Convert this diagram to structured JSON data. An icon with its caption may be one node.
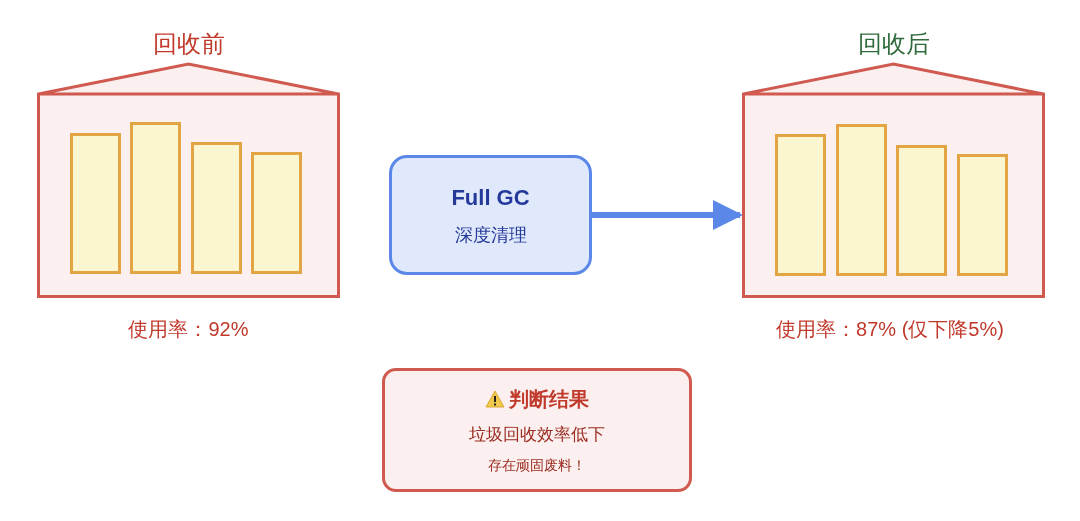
{
  "diagram": {
    "nodes": [
      {
        "text": [
          "回收前"
        ],
        "beside": [
          "使用率：92%"
        ]
      },
      {
        "text": [],
        "shape": "bar",
        "in": 0
      },
      {
        "text": [],
        "shape": "bar",
        "in": 0
      },
      {
        "text": [],
        "shape": "bar",
        "in": 0
      },
      {
        "text": [],
        "shape": "bar",
        "in": 0
      },
      {
        "text": [
          "Full GC",
          "深度清理"
        ]
      },
      {
        "text": [
          "回收后"
        ],
        "beside": [
          "使用率：87% (仅下降5%)"
        ]
      },
      {
        "text": [],
        "shape": "bar",
        "in": 6
      },
      {
        "text": [],
        "shape": "bar",
        "in": 6
      },
      {
        "text": [],
        "shape": "bar",
        "in": 6
      },
      {
        "text": [],
        "shape": "bar",
        "in": 6
      },
      {
        "text": [
          "判断结果",
          "垃圾回收效率低下",
          "存在顽固废料！"
        ]
      }
    ],
    "edges": [
      {
        "from": 5,
        "to": 6,
        "arrow": "to"
      }
    ]
  }
}
